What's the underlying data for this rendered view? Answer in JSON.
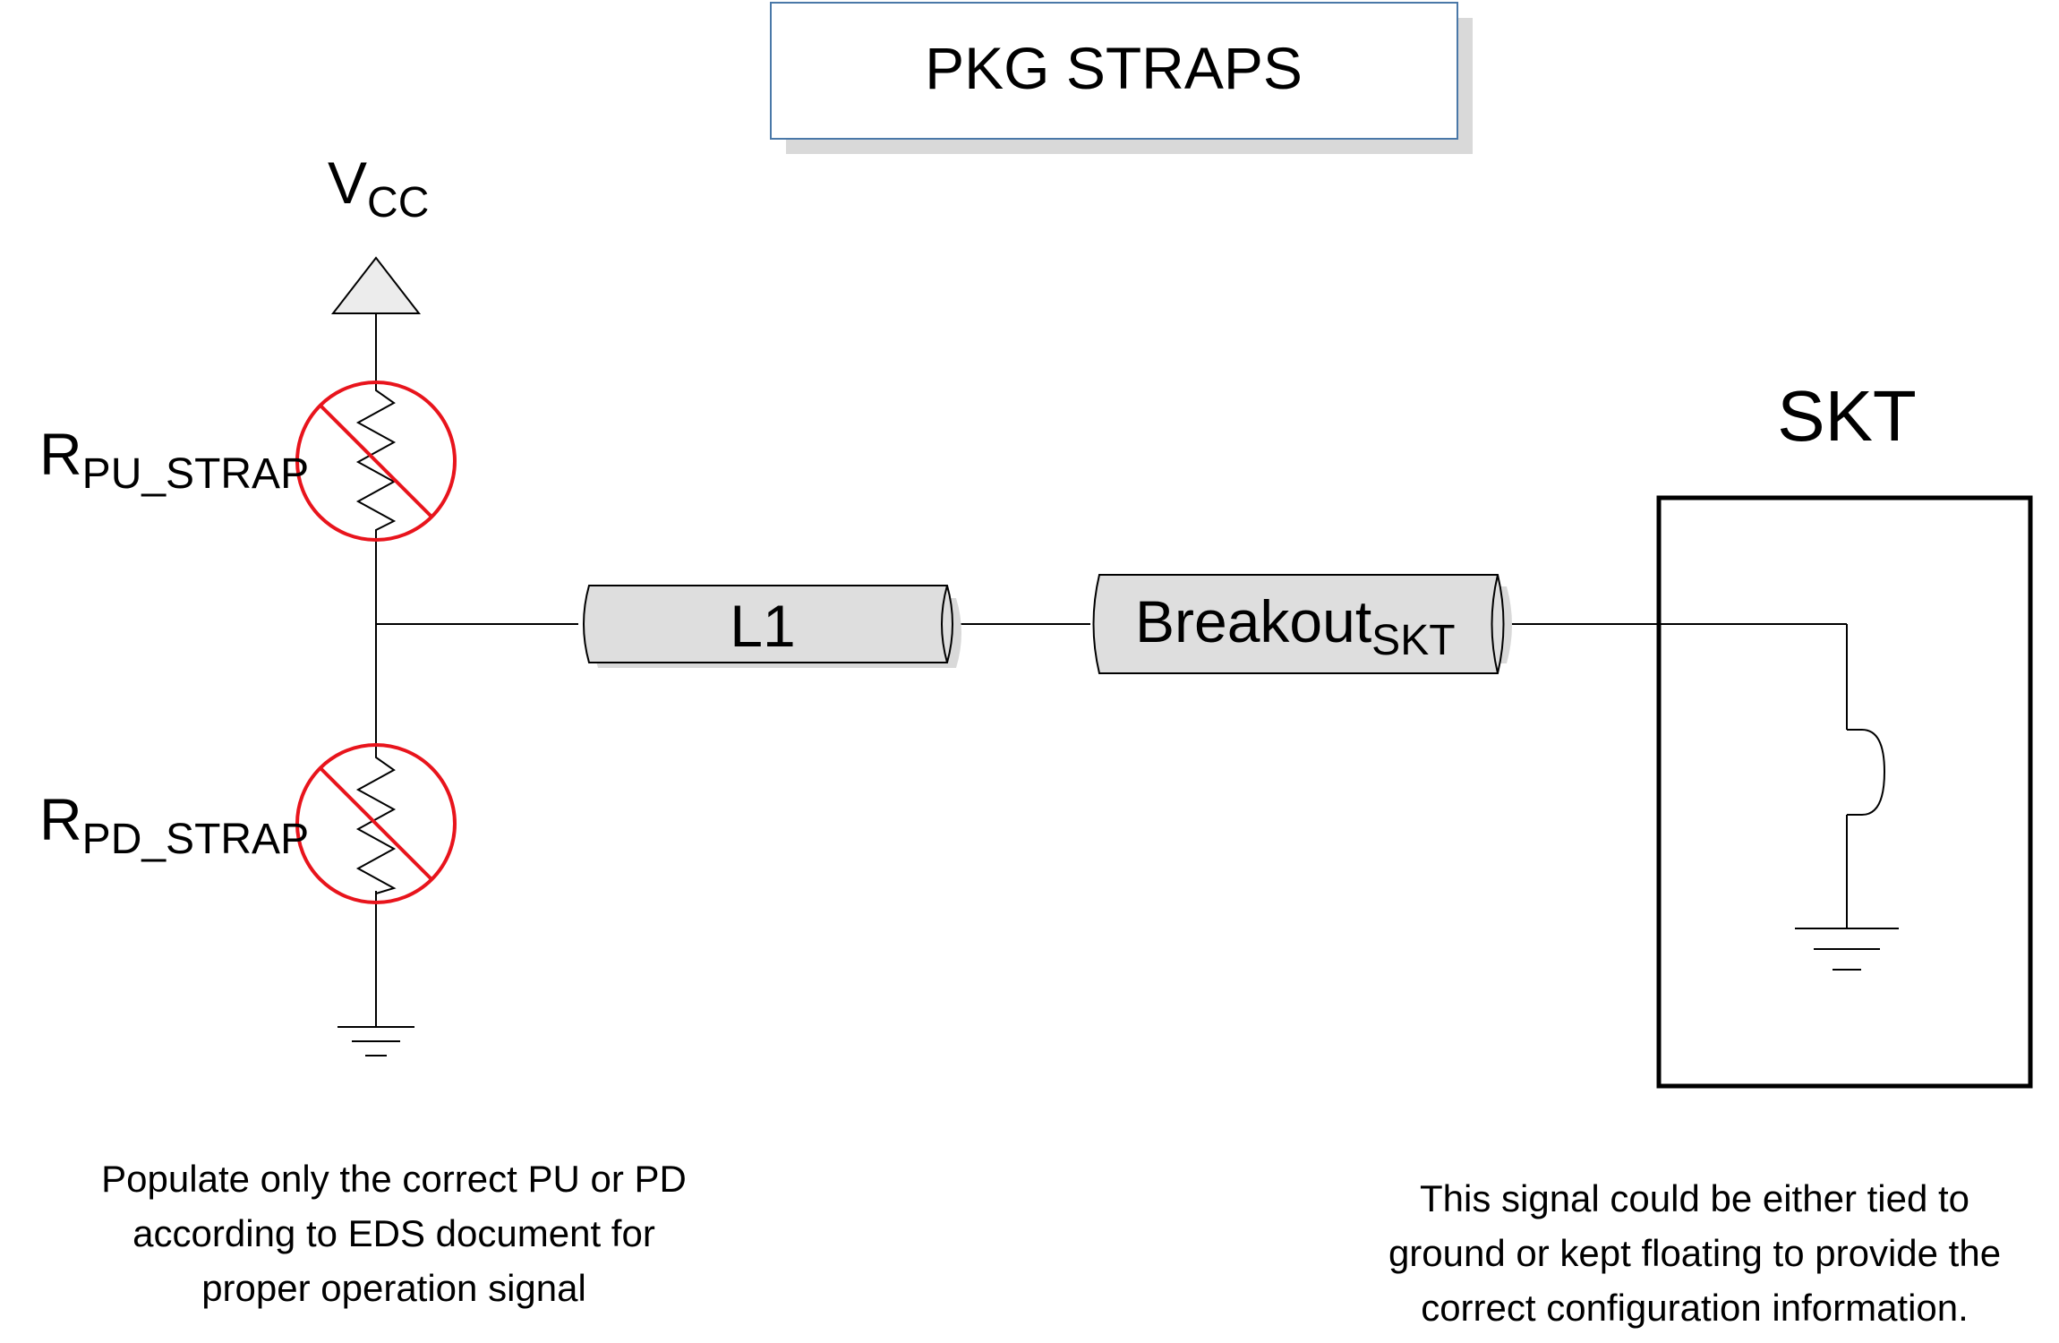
{
  "title": "PKG STRAPS",
  "vcc": {
    "main": "V",
    "sub": "CC"
  },
  "pull_up": {
    "main": "R",
    "sub": "PU_STRAP"
  },
  "pull_down": {
    "main": "R",
    "sub": "PD_STRAP"
  },
  "trace_l1": {
    "label": "L1"
  },
  "trace_breakout": {
    "main": "Breakout",
    "sub": "SKT"
  },
  "socket": {
    "label": "SKT"
  },
  "note_left": {
    "line1": "Populate only the correct PU or PD",
    "line2": "according to EDS document for",
    "line3": "proper operation signal"
  },
  "note_right": {
    "line1": "This signal could be either tied to",
    "line2": "ground or kept floating to provide the",
    "line3": "correct configuration information."
  },
  "colors": {
    "not_populated": "#e8141c",
    "title_border": "#4a78a8",
    "shadow": "#d9d9d9",
    "cylinder_fill": "#dedede"
  }
}
